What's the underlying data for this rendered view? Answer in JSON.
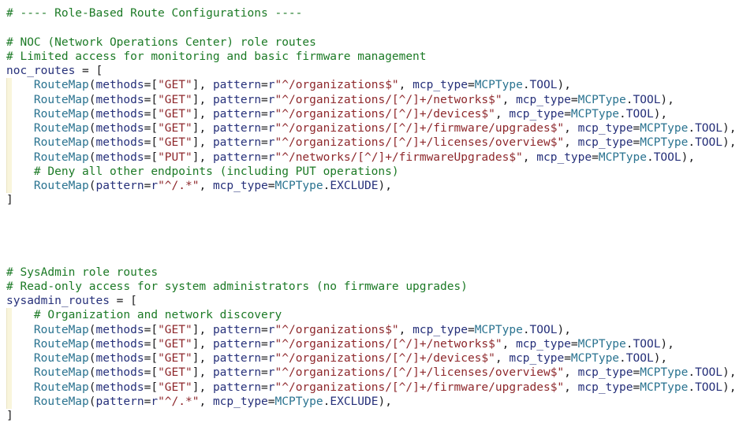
{
  "window": {
    "background": "#ffffff",
    "content_type": "python-source-code"
  },
  "colors": {
    "comment": "#1c7a26",
    "string": "#8e282c",
    "name": "#26307a",
    "class": "#2a7390",
    "punct": "#1c1c1e",
    "indent_guide": "#f9f5dc",
    "indent_guide_border": "#eae4c4"
  },
  "code": {
    "language": "python",
    "lines": [
      [
        [
          "cm",
          "# ---- Role-Based Route Configurations ----"
        ]
      ],
      [],
      [
        [
          "cm",
          "# NOC (Network Operations Center) role routes"
        ]
      ],
      [
        [
          "cm",
          "# Limited access for monitoring and basic firmware management"
        ]
      ],
      [
        [
          "id",
          "noc_routes"
        ],
        [
          "p",
          " = ["
        ]
      ],
      [
        [
          "p",
          "    "
        ],
        [
          "cl",
          "RouteMap"
        ],
        [
          "p",
          "("
        ],
        [
          "id",
          "methods"
        ],
        [
          "p",
          "=["
        ],
        [
          "s",
          "\"GET\""
        ],
        [
          "p",
          "], "
        ],
        [
          "id",
          "pattern"
        ],
        [
          "p",
          "="
        ],
        [
          "id",
          "r"
        ],
        [
          "s",
          "\"^/organizations$\""
        ],
        [
          "p",
          ", "
        ],
        [
          "id",
          "mcp_type"
        ],
        [
          "p",
          "="
        ],
        [
          "cl",
          "MCPType"
        ],
        [
          "p",
          "."
        ],
        [
          "id",
          "TOOL"
        ],
        [
          "p",
          "),"
        ]
      ],
      [
        [
          "p",
          "    "
        ],
        [
          "cl",
          "RouteMap"
        ],
        [
          "p",
          "("
        ],
        [
          "id",
          "methods"
        ],
        [
          "p",
          "=["
        ],
        [
          "s",
          "\"GET\""
        ],
        [
          "p",
          "], "
        ],
        [
          "id",
          "pattern"
        ],
        [
          "p",
          "="
        ],
        [
          "id",
          "r"
        ],
        [
          "s",
          "\"^/organizations/[^/]+/networks$\""
        ],
        [
          "p",
          ", "
        ],
        [
          "id",
          "mcp_type"
        ],
        [
          "p",
          "="
        ],
        [
          "cl",
          "MCPType"
        ],
        [
          "p",
          "."
        ],
        [
          "id",
          "TOOL"
        ],
        [
          "p",
          "),"
        ]
      ],
      [
        [
          "p",
          "    "
        ],
        [
          "cl",
          "RouteMap"
        ],
        [
          "p",
          "("
        ],
        [
          "id",
          "methods"
        ],
        [
          "p",
          "=["
        ],
        [
          "s",
          "\"GET\""
        ],
        [
          "p",
          "], "
        ],
        [
          "id",
          "pattern"
        ],
        [
          "p",
          "="
        ],
        [
          "id",
          "r"
        ],
        [
          "s",
          "\"^/organizations/[^/]+/devices$\""
        ],
        [
          "p",
          ", "
        ],
        [
          "id",
          "mcp_type"
        ],
        [
          "p",
          "="
        ],
        [
          "cl",
          "MCPType"
        ],
        [
          "p",
          "."
        ],
        [
          "id",
          "TOOL"
        ],
        [
          "p",
          "),"
        ]
      ],
      [
        [
          "p",
          "    "
        ],
        [
          "cl",
          "RouteMap"
        ],
        [
          "p",
          "("
        ],
        [
          "id",
          "methods"
        ],
        [
          "p",
          "=["
        ],
        [
          "s",
          "\"GET\""
        ],
        [
          "p",
          "], "
        ],
        [
          "id",
          "pattern"
        ],
        [
          "p",
          "="
        ],
        [
          "id",
          "r"
        ],
        [
          "s",
          "\"^/organizations/[^/]+/firmware/upgrades$\""
        ],
        [
          "p",
          ", "
        ],
        [
          "id",
          "mcp_type"
        ],
        [
          "p",
          "="
        ],
        [
          "cl",
          "MCPType"
        ],
        [
          "p",
          "."
        ],
        [
          "id",
          "TOOL"
        ],
        [
          "p",
          "),"
        ]
      ],
      [
        [
          "p",
          "    "
        ],
        [
          "cl",
          "RouteMap"
        ],
        [
          "p",
          "("
        ],
        [
          "id",
          "methods"
        ],
        [
          "p",
          "=["
        ],
        [
          "s",
          "\"GET\""
        ],
        [
          "p",
          "], "
        ],
        [
          "id",
          "pattern"
        ],
        [
          "p",
          "="
        ],
        [
          "id",
          "r"
        ],
        [
          "s",
          "\"^/organizations/[^/]+/licenses/overview$\""
        ],
        [
          "p",
          ", "
        ],
        [
          "id",
          "mcp_type"
        ],
        [
          "p",
          "="
        ],
        [
          "cl",
          "MCPType"
        ],
        [
          "p",
          "."
        ],
        [
          "id",
          "TOOL"
        ],
        [
          "p",
          "),"
        ]
      ],
      [
        [
          "p",
          "    "
        ],
        [
          "cl",
          "RouteMap"
        ],
        [
          "p",
          "("
        ],
        [
          "id",
          "methods"
        ],
        [
          "p",
          "=["
        ],
        [
          "s",
          "\"PUT\""
        ],
        [
          "p",
          "], "
        ],
        [
          "id",
          "pattern"
        ],
        [
          "p",
          "="
        ],
        [
          "id",
          "r"
        ],
        [
          "s",
          "\"^/networks/[^/]+/firmwareUpgrades$\""
        ],
        [
          "p",
          ", "
        ],
        [
          "id",
          "mcp_type"
        ],
        [
          "p",
          "="
        ],
        [
          "cl",
          "MCPType"
        ],
        [
          "p",
          "."
        ],
        [
          "id",
          "TOOL"
        ],
        [
          "p",
          "),"
        ]
      ],
      [
        [
          "p",
          "    "
        ],
        [
          "cm",
          "# Deny all other endpoints (including PUT operations)"
        ]
      ],
      [
        [
          "p",
          "    "
        ],
        [
          "cl",
          "RouteMap"
        ],
        [
          "p",
          "("
        ],
        [
          "id",
          "pattern"
        ],
        [
          "p",
          "="
        ],
        [
          "id",
          "r"
        ],
        [
          "s",
          "\"^/.*\""
        ],
        [
          "p",
          ", "
        ],
        [
          "id",
          "mcp_type"
        ],
        [
          "p",
          "="
        ],
        [
          "cl",
          "MCPType"
        ],
        [
          "p",
          "."
        ],
        [
          "id",
          "EXCLUDE"
        ],
        [
          "p",
          "),"
        ]
      ],
      [
        [
          "p",
          "]"
        ]
      ],
      [],
      [],
      [],
      [],
      [
        [
          "cm",
          "# SysAdmin role routes"
        ]
      ],
      [
        [
          "cm",
          "# Read-only access for system administrators (no firmware upgrades)"
        ]
      ],
      [
        [
          "id",
          "sysadmin_routes"
        ],
        [
          "p",
          " = ["
        ]
      ],
      [
        [
          "p",
          "    "
        ],
        [
          "cm",
          "# Organization and network discovery"
        ]
      ],
      [
        [
          "p",
          "    "
        ],
        [
          "cl",
          "RouteMap"
        ],
        [
          "p",
          "("
        ],
        [
          "id",
          "methods"
        ],
        [
          "p",
          "=["
        ],
        [
          "s",
          "\"GET\""
        ],
        [
          "p",
          "], "
        ],
        [
          "id",
          "pattern"
        ],
        [
          "p",
          "="
        ],
        [
          "id",
          "r"
        ],
        [
          "s",
          "\"^/organizations$\""
        ],
        [
          "p",
          ", "
        ],
        [
          "id",
          "mcp_type"
        ],
        [
          "p",
          "="
        ],
        [
          "cl",
          "MCPType"
        ],
        [
          "p",
          "."
        ],
        [
          "id",
          "TOOL"
        ],
        [
          "p",
          "),"
        ]
      ],
      [
        [
          "p",
          "    "
        ],
        [
          "cl",
          "RouteMap"
        ],
        [
          "p",
          "("
        ],
        [
          "id",
          "methods"
        ],
        [
          "p",
          "=["
        ],
        [
          "s",
          "\"GET\""
        ],
        [
          "p",
          "], "
        ],
        [
          "id",
          "pattern"
        ],
        [
          "p",
          "="
        ],
        [
          "id",
          "r"
        ],
        [
          "s",
          "\"^/organizations/[^/]+/networks$\""
        ],
        [
          "p",
          ", "
        ],
        [
          "id",
          "mcp_type"
        ],
        [
          "p",
          "="
        ],
        [
          "cl",
          "MCPType"
        ],
        [
          "p",
          "."
        ],
        [
          "id",
          "TOOL"
        ],
        [
          "p",
          "),"
        ]
      ],
      [
        [
          "p",
          "    "
        ],
        [
          "cl",
          "RouteMap"
        ],
        [
          "p",
          "("
        ],
        [
          "id",
          "methods"
        ],
        [
          "p",
          "=["
        ],
        [
          "s",
          "\"GET\""
        ],
        [
          "p",
          "], "
        ],
        [
          "id",
          "pattern"
        ],
        [
          "p",
          "="
        ],
        [
          "id",
          "r"
        ],
        [
          "s",
          "\"^/organizations/[^/]+/devices$\""
        ],
        [
          "p",
          ", "
        ],
        [
          "id",
          "mcp_type"
        ],
        [
          "p",
          "="
        ],
        [
          "cl",
          "MCPType"
        ],
        [
          "p",
          "."
        ],
        [
          "id",
          "TOOL"
        ],
        [
          "p",
          "),"
        ]
      ],
      [
        [
          "p",
          "    "
        ],
        [
          "cl",
          "RouteMap"
        ],
        [
          "p",
          "("
        ],
        [
          "id",
          "methods"
        ],
        [
          "p",
          "=["
        ],
        [
          "s",
          "\"GET\""
        ],
        [
          "p",
          "], "
        ],
        [
          "id",
          "pattern"
        ],
        [
          "p",
          "="
        ],
        [
          "id",
          "r"
        ],
        [
          "s",
          "\"^/organizations/[^/]+/licenses/overview$\""
        ],
        [
          "p",
          ", "
        ],
        [
          "id",
          "mcp_type"
        ],
        [
          "p",
          "="
        ],
        [
          "cl",
          "MCPType"
        ],
        [
          "p",
          "."
        ],
        [
          "id",
          "TOOL"
        ],
        [
          "p",
          "),"
        ]
      ],
      [
        [
          "p",
          "    "
        ],
        [
          "cl",
          "RouteMap"
        ],
        [
          "p",
          "("
        ],
        [
          "id",
          "methods"
        ],
        [
          "p",
          "=["
        ],
        [
          "s",
          "\"GET\""
        ],
        [
          "p",
          "], "
        ],
        [
          "id",
          "pattern"
        ],
        [
          "p",
          "="
        ],
        [
          "id",
          "r"
        ],
        [
          "s",
          "\"^/organizations/[^/]+/firmware/upgrades$\""
        ],
        [
          "p",
          ", "
        ],
        [
          "id",
          "mcp_type"
        ],
        [
          "p",
          "="
        ],
        [
          "cl",
          "MCPType"
        ],
        [
          "p",
          "."
        ],
        [
          "id",
          "TOOL"
        ],
        [
          "p",
          "),"
        ]
      ],
      [
        [
          "p",
          "    "
        ],
        [
          "cl",
          "RouteMap"
        ],
        [
          "p",
          "("
        ],
        [
          "id",
          "pattern"
        ],
        [
          "p",
          "="
        ],
        [
          "id",
          "r"
        ],
        [
          "s",
          "\"^/.*\""
        ],
        [
          "p",
          ", "
        ],
        [
          "id",
          "mcp_type"
        ],
        [
          "p",
          "="
        ],
        [
          "cl",
          "MCPType"
        ],
        [
          "p",
          "."
        ],
        [
          "id",
          "EXCLUDE"
        ],
        [
          "p",
          "),"
        ]
      ],
      [
        [
          "p",
          "]"
        ]
      ]
    ]
  }
}
